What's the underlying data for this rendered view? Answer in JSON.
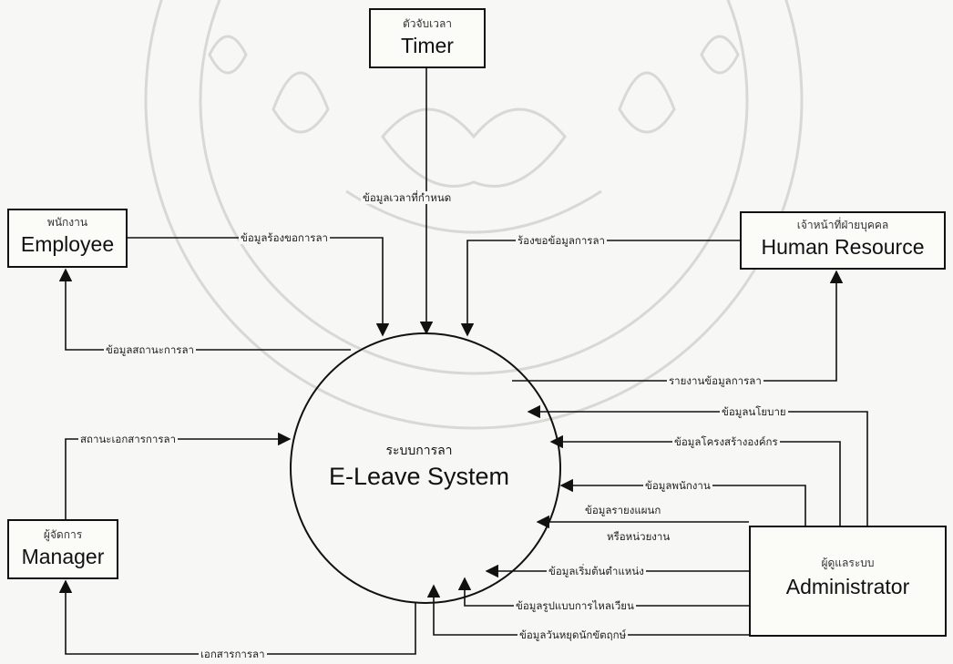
{
  "process": {
    "title_th": "ระบบการลา",
    "title_en": "E-Leave System"
  },
  "entities": {
    "timer": {
      "th": "ตัวจับเวลา",
      "en": "Timer"
    },
    "employee": {
      "th": "พนักงาน",
      "en": "Employee"
    },
    "hr": {
      "th": "เจ้าหน้าที่ฝ่ายบุคคล",
      "en": "Human Resource"
    },
    "manager": {
      "th": "ผู้จัดการ",
      "en": "Manager"
    },
    "admin": {
      "th": "ผู้ดูแลระบบ",
      "en": "Administrator"
    }
  },
  "flows": {
    "timer_data": "ข้อมูลเวลาที่กำหนด",
    "leave_request": "ข้อมูลร้องขอการลา",
    "leave_status": "ข้อมูลสถานะการลา",
    "hr_request": "ร้องขอข้อมูลการลา",
    "leave_report": "รายงานข้อมูลการลา",
    "policy": "ข้อมูลนโยบาย",
    "org_structure": "ข้อมูลโครงสร้างองค์กร",
    "employee_data": "ข้อมูลพนักงาน",
    "department_data_1": "ข้อมูลรายงแผนก",
    "department_data_2": "หรือหน่วยงาน",
    "position_start": "ข้อมูลเริ่มต้นตำแหน่ง",
    "workflow": "ข้อมูลรูปแบบการไหลเวียน",
    "holiday": "ข้อมูลวันหยุดนักขัตฤกษ์",
    "doc_status": "สถานะเอกสารการลา",
    "leave_doc": "เอกสารการลา"
  }
}
